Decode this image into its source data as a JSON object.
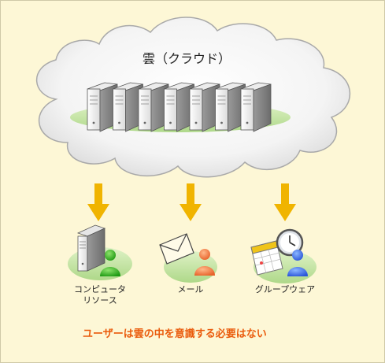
{
  "cloud": {
    "title": "雲（クラウド）",
    "server_count": 7
  },
  "services": [
    {
      "name": "コンピュータ",
      "name2": "リソース",
      "icon": "server-with-user-icon"
    },
    {
      "name": "メール",
      "icon": "envelope-with-user-icon"
    },
    {
      "name": "グループウェア",
      "icon": "calendar-clock-with-user-icon"
    }
  ],
  "footer": {
    "message": "ユーザーは雲の中を意識する必要はない"
  },
  "colors": {
    "background": "#fdf7d6",
    "arrow": "#f0b400",
    "platform": "#c9e7a6",
    "footer_text": "#ea5b0c"
  }
}
